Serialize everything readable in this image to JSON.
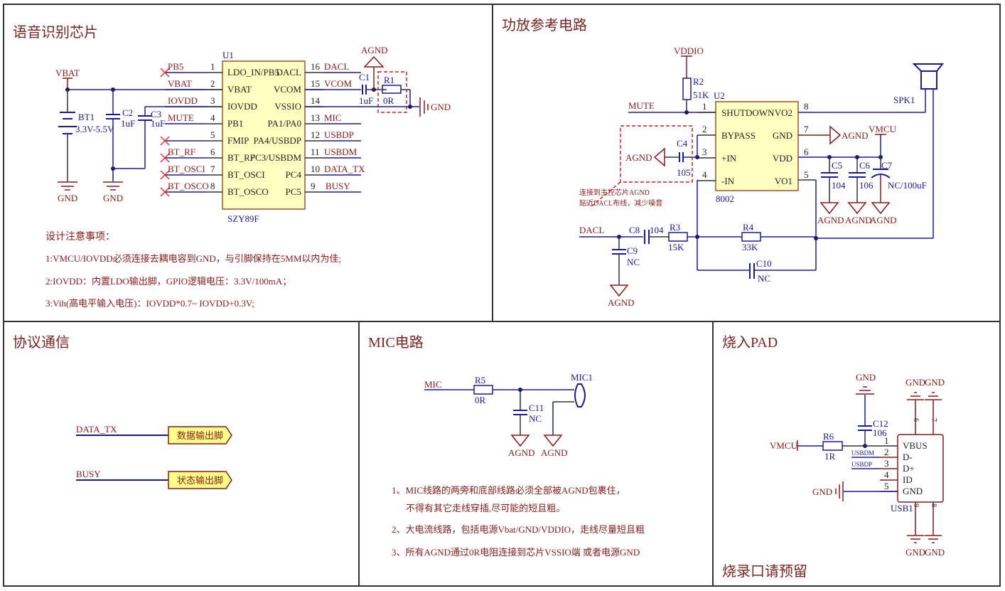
{
  "sections": {
    "voice_chip": {
      "title": "语音识别芯片",
      "power_labels": {
        "vbat": "VBAT",
        "gnd1": "GND",
        "gnd2": "GND"
      },
      "battery": {
        "ref": "BT1",
        "value": "3.3V-5.5V"
      },
      "c2": {
        "ref": "C2",
        "value": "1uF"
      },
      "c3": {
        "ref": "C3",
        "value": "1uF"
      },
      "chip": {
        "ref": "U1",
        "part": "SZY89F",
        "left_pins": [
          {
            "num": "1",
            "net": "PB5",
            "name": "LDO_IN/PB5",
            "nc": true
          },
          {
            "num": "2",
            "net": "VBAT",
            "name": "VBAT",
            "nc": false
          },
          {
            "num": "3",
            "net": "IOVDD",
            "name": "IOVDD",
            "nc": false
          },
          {
            "num": "4",
            "net": "MUTE",
            "name": "PB1",
            "nc": false
          },
          {
            "num": "5",
            "net": "",
            "name": "FMIP",
            "nc": true
          },
          {
            "num": "6",
            "net": "BT_RF",
            "name": "BT_RF",
            "nc": true
          },
          {
            "num": "7",
            "net": "BT_OSCI",
            "name": "BT_OSCI",
            "nc": true
          },
          {
            "num": "8",
            "net": "BT_OSCO",
            "name": "BT_OSCO",
            "nc": true
          }
        ],
        "right_pins": [
          {
            "num": "16",
            "net": "DACL",
            "name": "DACL"
          },
          {
            "num": "15",
            "net": "VCOM",
            "name": "VCOM"
          },
          {
            "num": "14",
            "net": "",
            "name": "VSSIO"
          },
          {
            "num": "13",
            "net": "MIC",
            "name": "PA1/PA0"
          },
          {
            "num": "12",
            "net": "USBDP",
            "name": "PA4/USBDP"
          },
          {
            "num": "11",
            "net": "USBDM",
            "name": "PC3/USBDM"
          },
          {
            "num": "10",
            "net": "DATA_TX",
            "name": "PC4"
          },
          {
            "num": "9",
            "net": "BUSY",
            "name": "PC5"
          }
        ]
      },
      "c1": {
        "ref": "C1",
        "value": "1uF"
      },
      "r1": {
        "ref": "R1",
        "value": "0R"
      },
      "agnd": "AGND",
      "gnd": "GND",
      "notes_title": "设计注意事项：",
      "notes": [
        "1:VMCU/IOVDD必须连接去耦电容到GND，与引脚保持在5MM以内为佳;",
        "2:IOVDD：内置LDO输出脚，GPIO逻辑电压：3.3V/100mA；",
        "3:Vih(高电平输入电压)：IOVDD*0.7~ IOVDD+0.3V;"
      ]
    },
    "amp": {
      "title": "功放参考电路",
      "vddio": "VDDIO",
      "r2": {
        "ref": "R2",
        "value": "51K"
      },
      "mute": "MUTE",
      "chip": {
        "ref": "U2",
        "part": "8002",
        "left_pins": [
          {
            "num": "1",
            "name": "SHUTDOWN"
          },
          {
            "num": "2",
            "name": "BYPASS"
          },
          {
            "num": "3",
            "name": "+IN"
          },
          {
            "num": "4",
            "name": "-IN"
          }
        ],
        "right_pins": [
          {
            "num": "8",
            "name": "VO2"
          },
          {
            "num": "7",
            "name": "GND"
          },
          {
            "num": "6",
            "name": "VDD"
          },
          {
            "num": "5",
            "name": "VO1"
          }
        ]
      },
      "c4": {
        "ref": "C4",
        "value": "105"
      },
      "agnd_c4": "AGND",
      "annotation": [
        "连接到主控芯片AGND",
        "贴近DACL布线，减少噪音"
      ],
      "agnd_pin7": "AGND",
      "vmcu": "VMCU",
      "c5": {
        "ref": "C5",
        "value": "104"
      },
      "c6": {
        "ref": "C6",
        "value": "106"
      },
      "c7": {
        "ref": "C7",
        "value": "NC/100uF"
      },
      "agnd_caps": [
        "AGND",
        "AGND",
        "AGND"
      ],
      "spk": "SPK1",
      "dacl": "DACL",
      "c8": {
        "ref": "C8",
        "value": "104"
      },
      "c9": {
        "ref": "C9",
        "value": "NC"
      },
      "agnd_c9": "AGND",
      "r3": {
        "ref": "R3",
        "value": "15K"
      },
      "r4": {
        "ref": "R4",
        "value": "33K"
      },
      "c10": {
        "ref": "C10",
        "value": "NC"
      }
    },
    "protocol": {
      "title": "协议通信",
      "ports": [
        {
          "net": "DATA_TX",
          "label": "数据输出脚"
        },
        {
          "net": "BUSY",
          "label": "状态输出脚"
        }
      ]
    },
    "mic": {
      "title": "MIC电路",
      "net": "MIC",
      "r5": {
        "ref": "R5",
        "value": "0R"
      },
      "c11": {
        "ref": "C11",
        "value": "NC"
      },
      "mic_ref": "MIC1",
      "agnd": [
        "AGND",
        "AGND"
      ],
      "notes": [
        "1、MIC线路的两旁和底部线路必须全部被AGND包裹住，",
        "不得有其它走线穿插,尽可能的短且粗。",
        "2、大电流线路，包括电源Vbat/GND/VDDIO，走线尽量短且粗",
        "3、所有AGND通过0R电阻连接到芯片VSSIO端 或者电源GND"
      ]
    },
    "burn": {
      "title": "烧入PAD",
      "footer": "烧录口请预留",
      "vmcu": "VMCU",
      "r6": {
        "ref": "R6",
        "value": "1R"
      },
      "c12": {
        "ref": "C12",
        "value": "106"
      },
      "gnd_top": "GND",
      "gnd_left": "GND",
      "gnd_pairs_top": [
        "GND",
        "GND"
      ],
      "gnd_pairs_bottom": [
        "GND",
        "GND"
      ],
      "usb": {
        "ref": "USB1",
        "pins": [
          {
            "num": "1",
            "name": "VBUS",
            "net": ""
          },
          {
            "num": "2",
            "name": "D-",
            "net": "USBDM"
          },
          {
            "num": "3",
            "name": "D+",
            "net": "USBDP"
          },
          {
            "num": "4",
            "name": "ID",
            "net": ""
          },
          {
            "num": "5",
            "name": "GND",
            "net": ""
          }
        ],
        "top_pins": [
          "6",
          "7"
        ],
        "bottom_pins": [
          "9",
          "8"
        ]
      }
    }
  }
}
